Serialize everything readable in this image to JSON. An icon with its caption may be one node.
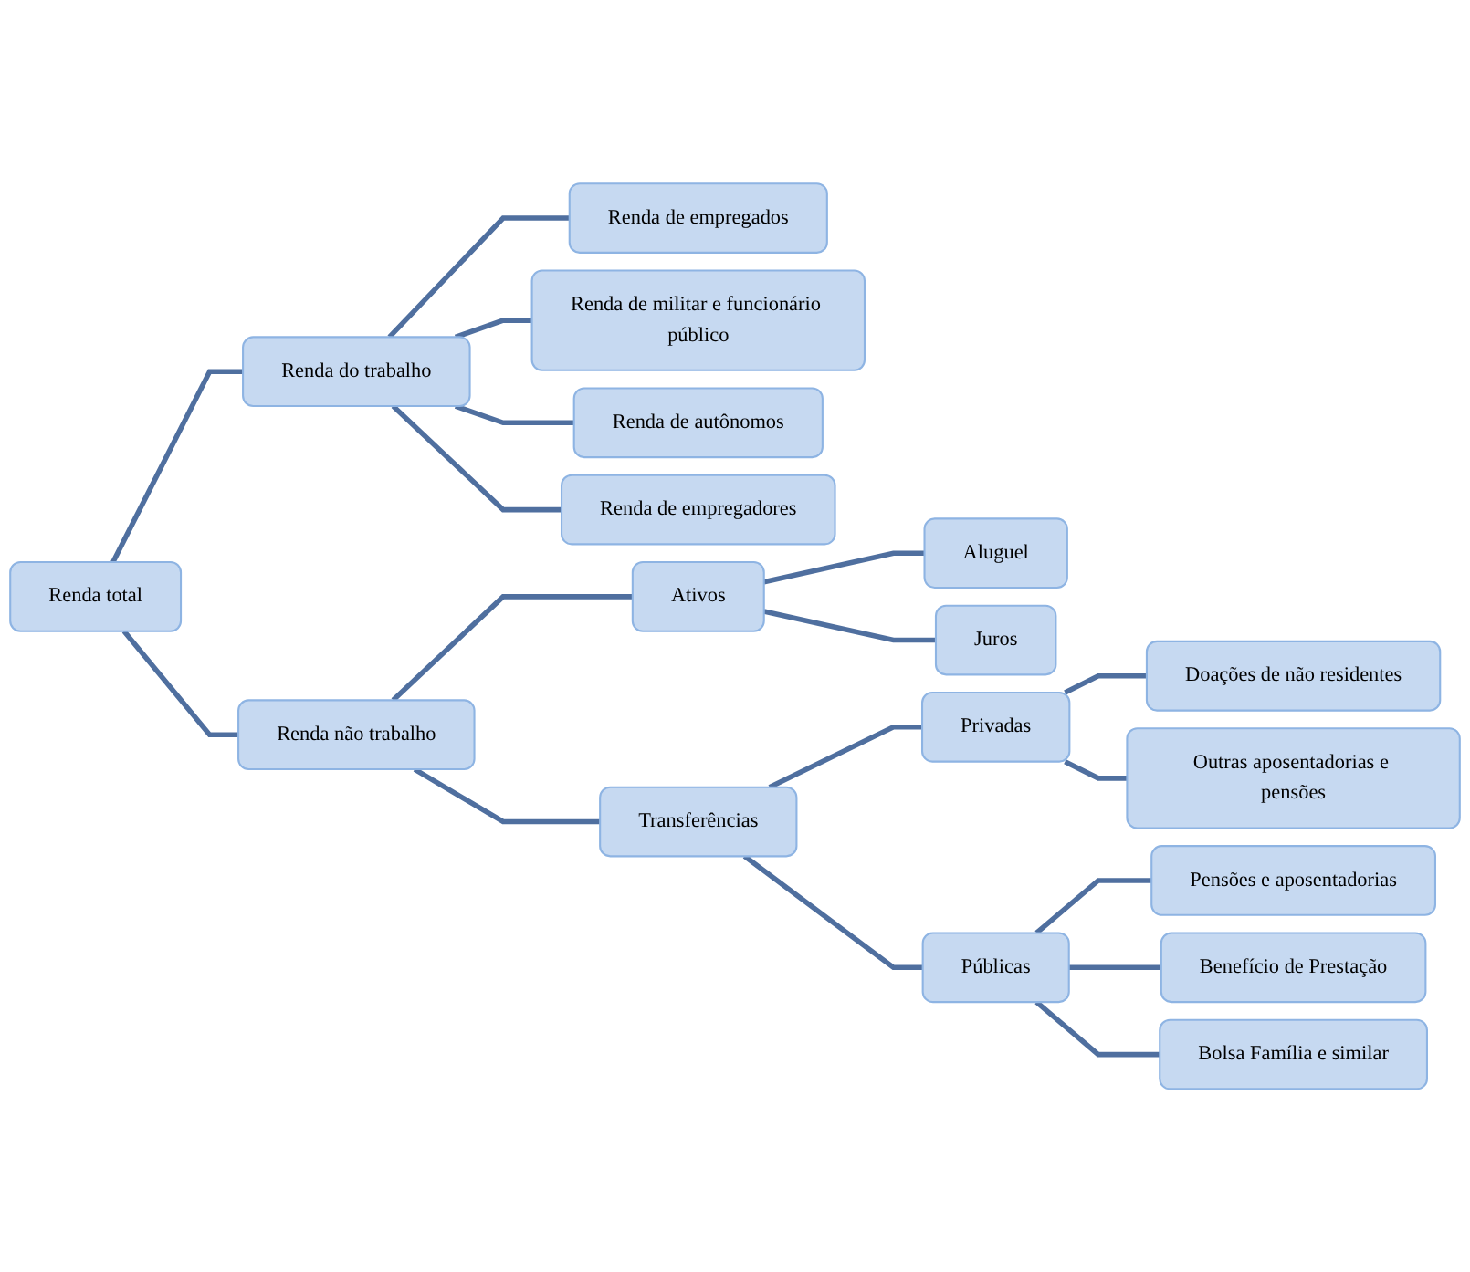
{
  "diagram": {
    "nodes": [
      {
        "text": [
          "Renda total"
        ]
      },
      {
        "text": [
          "Renda do trabalho"
        ]
      },
      {
        "text": [
          "Renda de empregados"
        ]
      },
      {
        "text": [
          "Renda de militar e funcionário público"
        ]
      },
      {
        "text": [
          "Renda de autônomos"
        ]
      },
      {
        "text": [
          "Renda de empregadores"
        ]
      },
      {
        "text": [
          "Renda não trabalho"
        ]
      },
      {
        "text": [
          "Ativos"
        ]
      },
      {
        "text": [
          "Aluguel"
        ]
      },
      {
        "text": [
          "Juros"
        ]
      },
      {
        "text": [
          "Transferências"
        ]
      },
      {
        "text": [
          "Privadas"
        ]
      },
      {
        "text": [
          "Doações de não residentes"
        ]
      },
      {
        "text": [
          "Outras aposentadorias e pensões"
        ]
      },
      {
        "text": [
          "Públicas"
        ]
      },
      {
        "text": [
          "Pensões e aposentadorias"
        ]
      },
      {
        "text": [
          "Benefício de Prestação"
        ]
      },
      {
        "text": [
          "Bolsa Família e similar"
        ]
      }
    ],
    "edges": [
      {
        "from": 0,
        "to": 1,
        "arrow": "none"
      },
      {
        "from": 1,
        "to": 2,
        "arrow": "none"
      },
      {
        "from": 1,
        "to": 3,
        "arrow": "none"
      },
      {
        "from": 1,
        "to": 4,
        "arrow": "none"
      },
      {
        "from": 1,
        "to": 5,
        "arrow": "none"
      },
      {
        "from": 0,
        "to": 6,
        "arrow": "none"
      },
      {
        "from": 6,
        "to": 7,
        "arrow": "none"
      },
      {
        "from": 7,
        "to": 8,
        "arrow": "none"
      },
      {
        "from": 7,
        "to": 9,
        "arrow": "none"
      },
      {
        "from": 6,
        "to": 10,
        "arrow": "none"
      },
      {
        "from": 10,
        "to": 11,
        "arrow": "none"
      },
      {
        "from": 11,
        "to": 12,
        "arrow": "none"
      },
      {
        "from": 11,
        "to": 13,
        "arrow": "none"
      },
      {
        "from": 10,
        "to": 14,
        "arrow": "none"
      },
      {
        "from": 14,
        "to": 15,
        "arrow": "none"
      },
      {
        "from": 14,
        "to": 16,
        "arrow": "none"
      },
      {
        "from": 14,
        "to": 17,
        "arrow": "none"
      }
    ]
  }
}
